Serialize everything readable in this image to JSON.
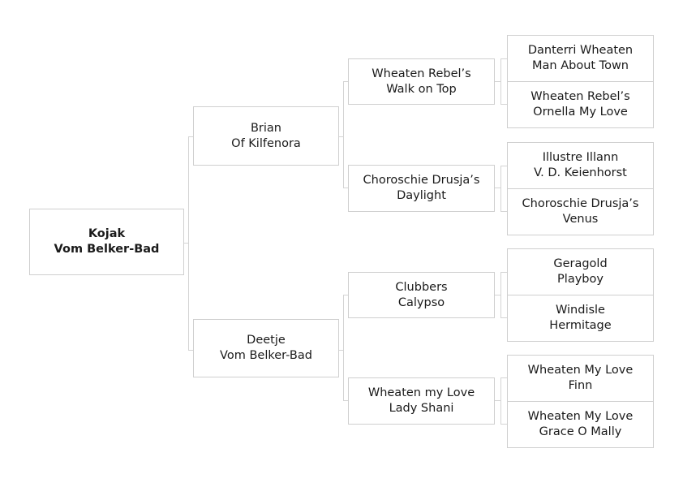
{
  "pedigree": {
    "subject": {
      "line1": "Kojak",
      "line2": "Vom Belker-Bad"
    },
    "sire": {
      "line1": "Brian",
      "line2": "Of Kilfenora"
    },
    "dam": {
      "line1": "Deetje",
      "line2": "Vom Belker-Bad"
    },
    "sire_sire": {
      "line1": "Wheaten Rebel’s",
      "line2": "Walk on Top"
    },
    "sire_dam": {
      "line1": "Choroschie Drusja’s",
      "line2": "Daylight"
    },
    "dam_sire": {
      "line1": "Clubbers",
      "line2": "Calypso"
    },
    "dam_dam": {
      "line1": "Wheaten my Love",
      "line2": "Lady Shani"
    },
    "sire_sire_sire": {
      "line1": "Danterri Wheaten",
      "line2": "Man About Town"
    },
    "sire_sire_dam": {
      "line1": "Wheaten Rebel’s",
      "line2": "Ornella My Love"
    },
    "sire_dam_sire": {
      "line1": "Illustre Illann",
      "line2": "V. D. Keienhorst"
    },
    "sire_dam_dam": {
      "line1": "Choroschie Drusja’s",
      "line2": "Venus"
    },
    "dam_sire_sire": {
      "line1": "Geragold",
      "line2": "Playboy"
    },
    "dam_sire_dam": {
      "line1": "Windisle",
      "line2": "Hermitage"
    },
    "dam_dam_sire": {
      "line1": "Wheaten My Love",
      "line2": "Finn"
    },
    "dam_dam_dam": {
      "line1": "Wheaten My Love",
      "line2": "Grace O Mally"
    }
  }
}
